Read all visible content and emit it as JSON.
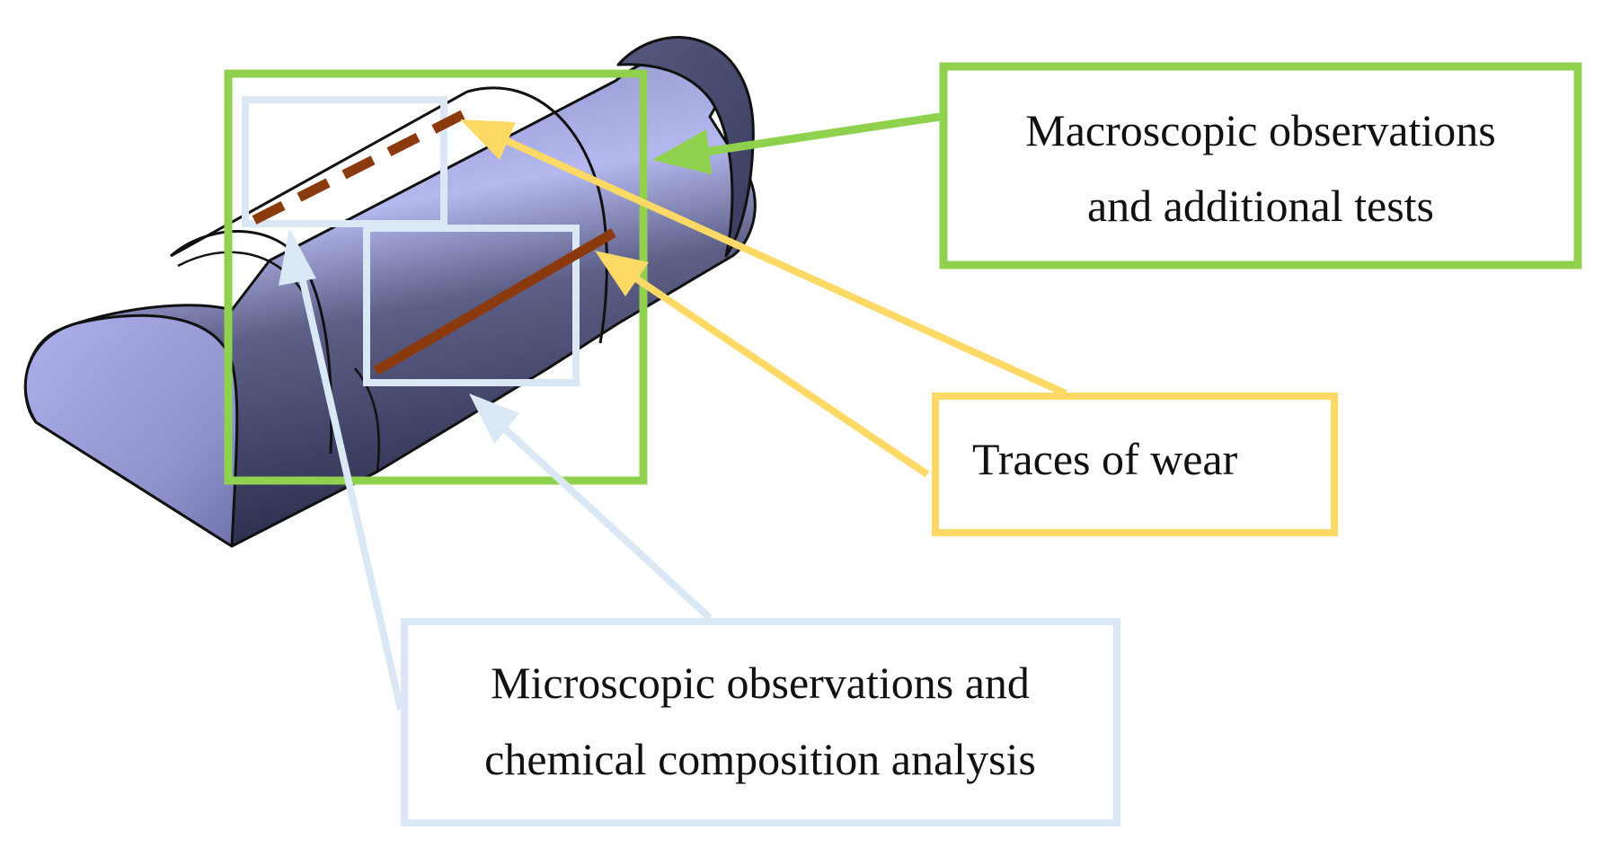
{
  "labels": {
    "macro": {
      "line1": "Macroscopic observations",
      "line2": "and additional tests"
    },
    "wear": {
      "line1": "Traces of wear"
    },
    "micro": {
      "line1": "Microscopic observations and",
      "line2": "chemical composition analysis"
    }
  },
  "colors": {
    "macro_frame": "#8fd14f",
    "wear_frame": "#ffd966",
    "micro_frame": "#dae8f6",
    "wear_trace": "#8b3a0e",
    "body_dark": "#3c3e5e",
    "body_light": "#aeb0ec"
  }
}
